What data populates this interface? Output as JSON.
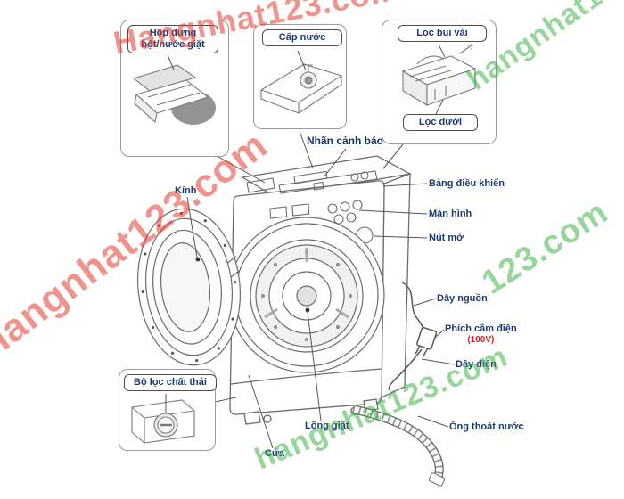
{
  "figure": {
    "type": "washing-machine-parts-diagram"
  },
  "colors": {
    "label_navy": "#1e3a72",
    "voltage_red": "#e02020",
    "watermark_red": "#e23b30",
    "watermark_green": "#2fae3a"
  },
  "callouts": {
    "detergent_box": "Hộp đựng bột/nước giặt",
    "water_supply": "Cấp nước",
    "lint_filter": "Lọc bụi vải",
    "lower_filter": "Lọc dưới",
    "warning_label": "Nhãn cảnh báo",
    "control_panel": "Bảng điều khiển",
    "display": "Màn hình",
    "open_button": "Nút mở",
    "glass": "Kính",
    "power_cord": "Dây nguồn",
    "power_plug": "Phích cắm điện",
    "power_plug_voltage": "(100V)",
    "electric_wire": "Dây điện",
    "drain_hose": "Ống thoát nước",
    "waste_filter": "Bộ lọc chất thải",
    "drum": "Lồng giặt",
    "door": "Cửa"
  },
  "watermark": {
    "full": "Hangnhat123.com",
    "lower": "hangnhat123.com",
    "partial": "123.com"
  }
}
